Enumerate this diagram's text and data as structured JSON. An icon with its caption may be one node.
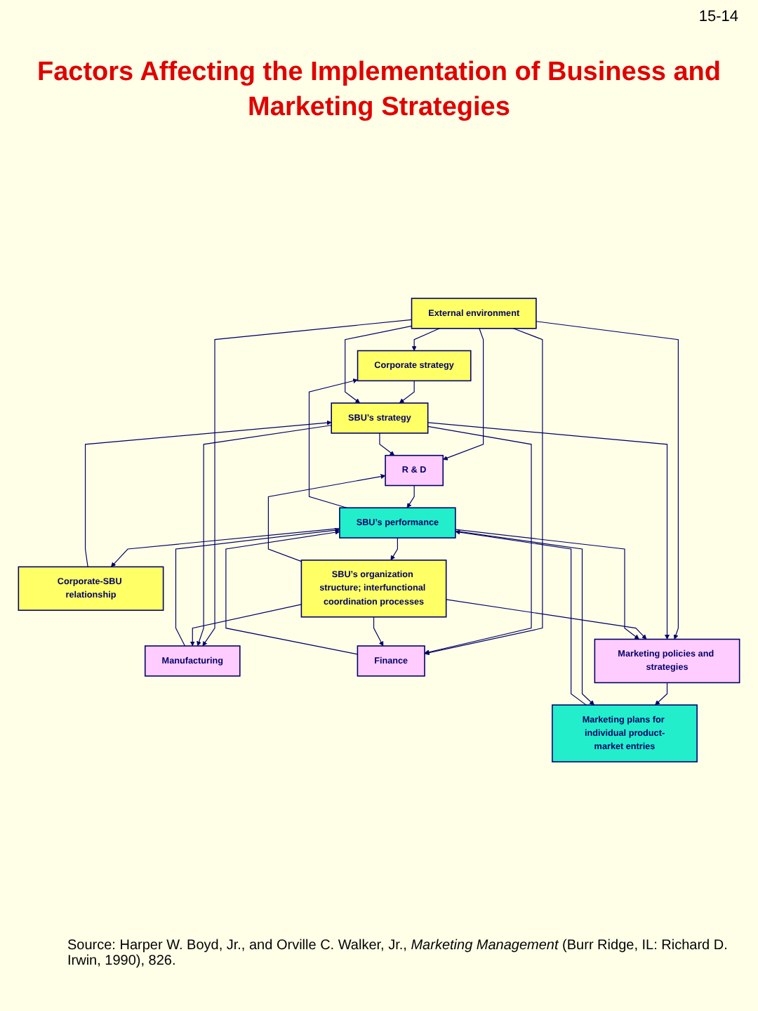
{
  "diagram": {
    "title": "Factors Affecting the Implementation of Business and Marketing Strategies",
    "caption": "Source: Harper W. Boyd, Jr., and Orville C. Walker, Jr., *Marketing Management* (Burr Ridge, IL: Richard D. Irwin, 1990), 826.",
    "nodes": [
      {
        "text": [
          "External environment"
        ]
      },
      {
        "text": [
          "Corporate strategy"
        ]
      },
      {
        "text": [
          "Corporate-SBU relationship"
        ]
      },
      {
        "text": [
          "SBU’s strategy"
        ]
      },
      {
        "text": [
          "SBU’s organization structure; interfunctional coordination processes"
        ]
      },
      {
        "text": [
          "R & D"
        ]
      },
      {
        "text": [
          "Manufacturing"
        ]
      },
      {
        "text": [
          "Finance"
        ]
      },
      {
        "text": [
          "Marketing policies and strategies"
        ]
      },
      {
        "text": [
          "Marketing plans for individual product-market entries"
        ]
      },
      {
        "text": [
          "SBU’s performance"
        ]
      }
    ],
    "edges": [
      {
        "from": 0,
        "to": 1,
        "arrow": "to"
      },
      {
        "from": 1,
        "to": 3,
        "arrow": "to"
      },
      {
        "from": 2,
        "to": 3,
        "arrow": "to"
      },
      {
        "from": 0,
        "to": 3,
        "arrow": "to"
      },
      {
        "from": 0,
        "to": 5,
        "arrow": "to"
      },
      {
        "from": 0,
        "to": 6,
        "arrow": "to"
      },
      {
        "from": 0,
        "to": 7,
        "arrow": "to"
      },
      {
        "from": 0,
        "to": 8,
        "arrow": "to"
      },
      {
        "from": 3,
        "to": 5,
        "arrow": "to"
      },
      {
        "from": 3,
        "to": 6,
        "arrow": "to"
      },
      {
        "from": 3,
        "to": 7,
        "arrow": "to"
      },
      {
        "from": 3,
        "to": 8,
        "arrow": "to"
      },
      {
        "from": 4,
        "to": 5,
        "arrow": "to"
      },
      {
        "from": 4,
        "to": 6,
        "arrow": "to"
      },
      {
        "from": 4,
        "to": 7,
        "arrow": "to"
      },
      {
        "from": 4,
        "to": 8,
        "arrow": "to"
      },
      {
        "from": 8,
        "to": 9,
        "arrow": "to"
      },
      {
        "from": 5,
        "to": 10,
        "arrow": "to"
      },
      {
        "from": 6,
        "to": 10,
        "arrow": "to"
      },
      {
        "from": 7,
        "to": 10,
        "arrow": "to"
      },
      {
        "from": 9,
        "to": 10,
        "arrow": "to"
      },
      {
        "from": 10,
        "to": 1,
        "arrow": "to"
      },
      {
        "from": 10,
        "to": 2,
        "arrow": "to"
      },
      {
        "from": 10,
        "to": 4,
        "arrow": "to"
      },
      {
        "from": 10,
        "to": 8,
        "arrow": "to"
      },
      {
        "from": 10,
        "to": 9,
        "arrow": "to"
      }
    ],
    "labels": [
      "15-14"
    ]
  }
}
